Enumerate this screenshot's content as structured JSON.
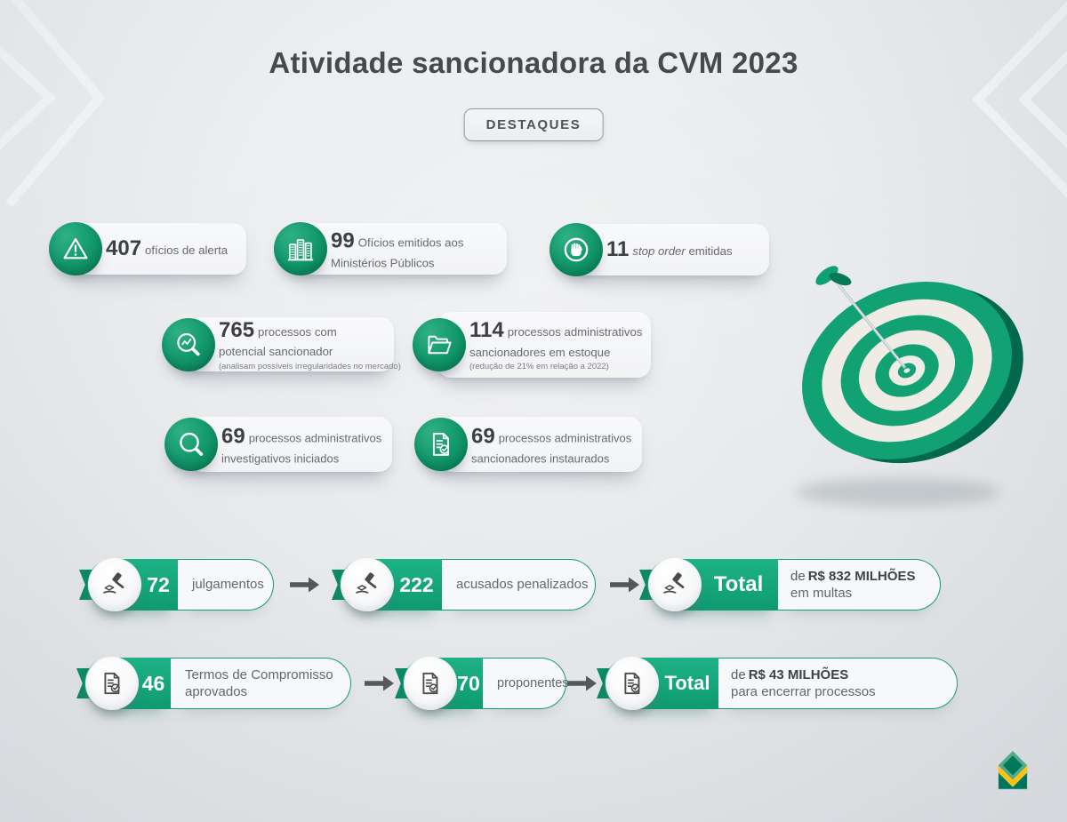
{
  "header": {
    "title": "Atividade sancionadora da CVM 2023",
    "badge": "DESTAQUES"
  },
  "cards": {
    "alerta": {
      "value": "407",
      "label": "ofícios de alerta"
    },
    "mp": {
      "value": "99",
      "label": "Ofícios emitidos aos Ministérios Públicos"
    },
    "stop": {
      "value": "11",
      "label_italic": "stop order",
      "label_rest": "emitidas"
    },
    "potencial": {
      "value": "765",
      "label": "processos com potencial sancionador",
      "note": "(analisam possíveis irregularidades no mercado)"
    },
    "estoque": {
      "value": "114",
      "label": "processos administrativos sancionadores em estoque",
      "note": "(redução de 21% em relação a 2022)"
    },
    "investigativos": {
      "value": "69",
      "label": "processos administrativos investigativos iniciados"
    },
    "instaurados": {
      "value": "69",
      "label": "processos administrativos sancionadores instaurados"
    }
  },
  "flow1": {
    "step1": {
      "value": "72",
      "label": "julgamentos"
    },
    "step2": {
      "value": "222",
      "label": "acusados penalizados"
    },
    "total": {
      "value": "Total",
      "prefix": "de",
      "amount": "R$ 832 MILHÕES",
      "suffix": "em multas"
    }
  },
  "flow2": {
    "step1": {
      "value": "46",
      "label": "Termos de Compromisso aprovados"
    },
    "step2": {
      "value": "70",
      "label": "proponentes"
    },
    "total": {
      "value": "Total",
      "prefix": "de",
      "amount": "R$ 43 MILHÕES",
      "suffix": "para encerrar processos"
    }
  },
  "icons": {
    "card_alerta": "warning-triangle-icon",
    "card_mp": "buildings-icon",
    "card_stop": "stop-hand-icon",
    "card_potencial": "chart-magnifier-icon",
    "card_estoque": "folder-icon",
    "card_investigativos": "magnifier-icon",
    "card_instaurados": "document-check-icon",
    "flow1_circle": "gavel-icon",
    "flow2_circle": "document-check-icon",
    "illustration": "dartboard-with-dart",
    "footer": "cvm-logo"
  },
  "colors": {
    "green": "#16a27a",
    "green_dark": "#006b4f",
    "cream": "#efece6",
    "yellow": "#ffc20e",
    "text_dark": "#3e3f41",
    "text_gray": "#696a6d",
    "background": "#e8eaec"
  }
}
